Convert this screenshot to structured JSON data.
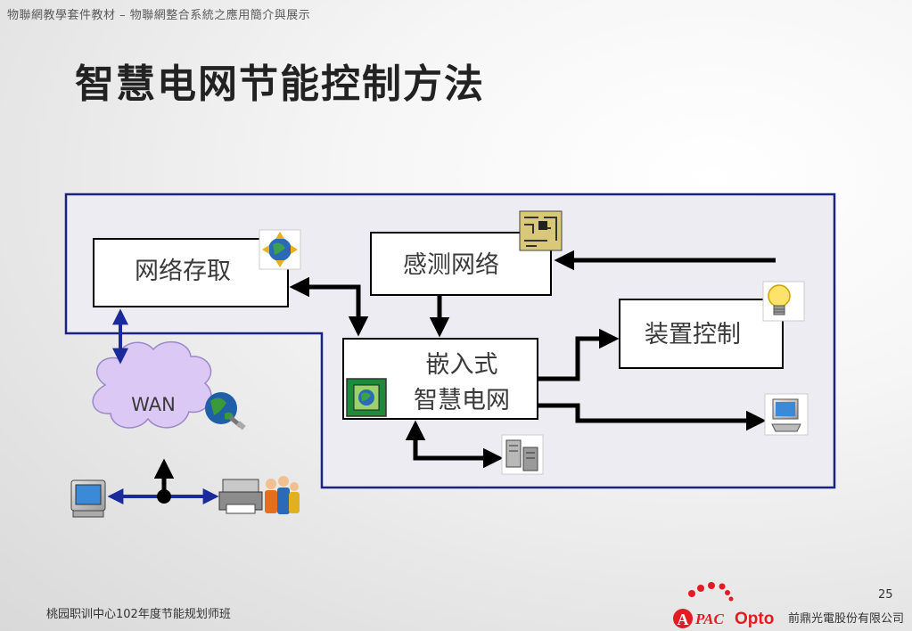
{
  "header_note": "物聯網教學套件教材 – 物聯網整合系統之應用簡介與展示",
  "title": "智慧电网节能控制方法",
  "nodes": {
    "network_access": "网络存取",
    "sensor_network": "感测网络",
    "device_control": "装置控制",
    "smart_grid_line1": "嵌入式",
    "smart_grid_line2": "智慧电网",
    "wan": "WAN"
  },
  "footer": {
    "left": "桃园职训中心102年度节能规划师班",
    "page_number": "25",
    "company": "前鼎光電股份有限公司",
    "logo_text_a": "A",
    "logo_text_pac": "PAC",
    "logo_text_opto": "Opto"
  },
  "colors": {
    "frame_border": "#1a237e",
    "arrow": "#000000",
    "blue_arrow": "#1a2a9a",
    "cloud_fill": "#dcc8f5",
    "logo_red": "#e31b23"
  },
  "icons": [
    "compass-globe-icon",
    "circuit-board-icon",
    "light-bulb-icon",
    "chip-icon",
    "globe-plug-icon",
    "computer-icon",
    "server-icon",
    "desktop-pc-icon",
    "printer-icon",
    "users-icon"
  ]
}
